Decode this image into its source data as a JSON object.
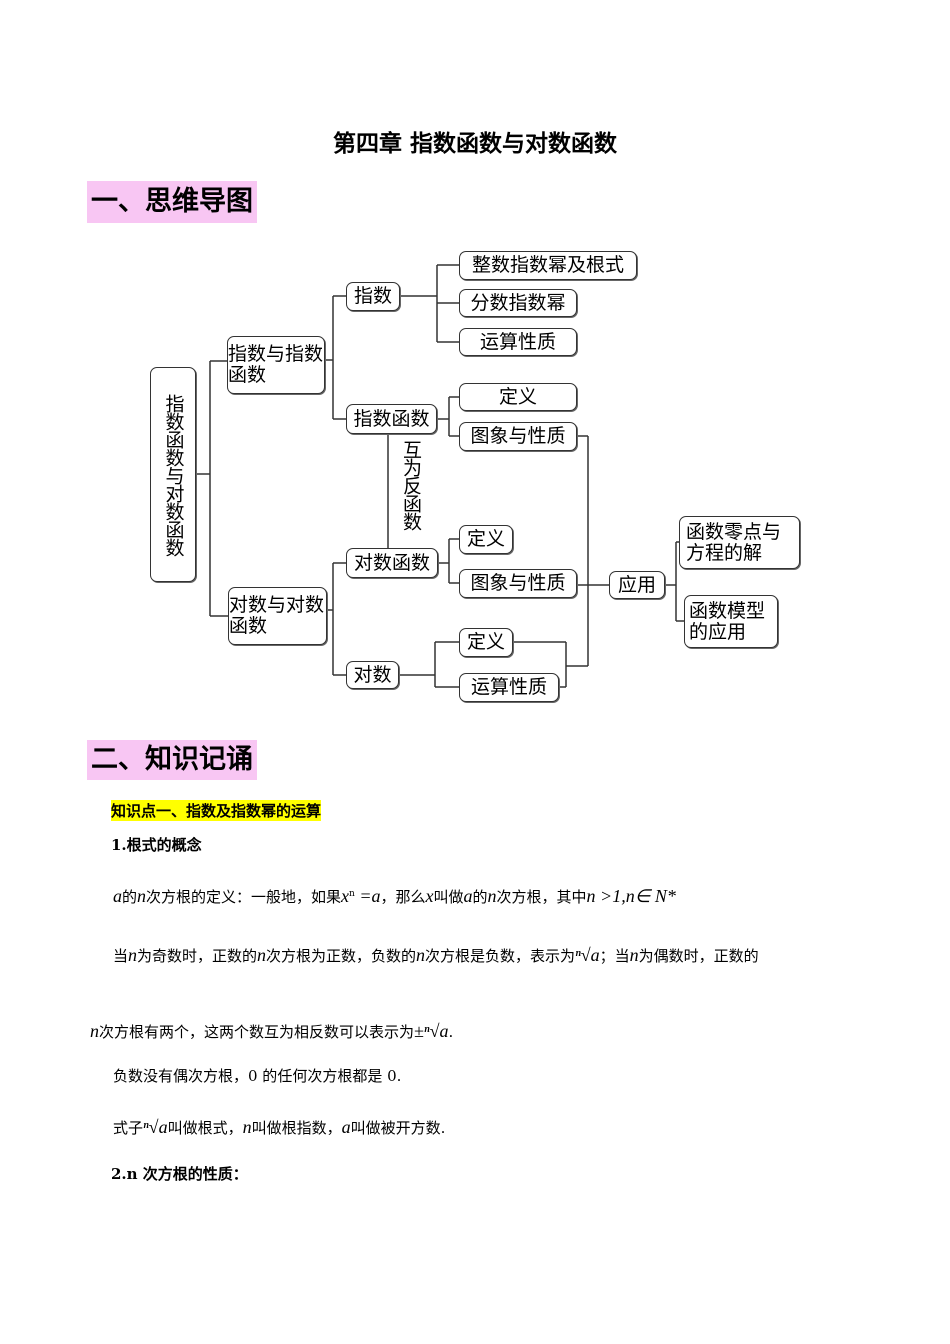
{
  "title": "第四章  指数函数与对数函数",
  "section1": "一、思维导图",
  "section2": "二、知识记诵",
  "mindmap": {
    "root": "指数函数与对数函数",
    "exp_group": "指数与指数函数",
    "log_group": "对数与对数函数",
    "exp": "指数",
    "exp_func": "指数函数",
    "log_func": "对数函数",
    "log": "对数",
    "exp_children": [
      "整数指数幂及根式",
      "分数指数幂",
      "运算性质"
    ],
    "exp_func_children": [
      "定义",
      "图象与性质"
    ],
    "log_func_children": [
      "定义",
      "图象与性质"
    ],
    "log_children": [
      "定义",
      "运算性质"
    ],
    "inverse": "互为反函数",
    "application": "应用",
    "app_children": [
      "函数零点与方程的解",
      "函数模型的应用"
    ]
  },
  "kp1": "知识点一、指数及指数幂的运算",
  "h1": "1.根式的概念",
  "p1": {
    "a": "a",
    "t1": "的",
    "n": "n",
    "t2": "次方根的定义：一般地，如果",
    "x": "x",
    "sup": "n",
    "eq": " =a",
    "t3": "，那么",
    "t4": "叫做",
    "t5": "次方根，其中",
    "cond": "n >1,n∈ N*"
  },
  "p2": {
    "t1": "当",
    "t2": "为奇数时，正数的",
    "t3": "次方根为正数，负数的",
    "t4": "次方根是负数，表示为",
    "root": "ⁿ√a",
    "t5": "；当",
    "t6": "为偶数时，正数的"
  },
  "p3": {
    "t1": "次方根有两个，这两个数互为相反数可以表示为",
    "root": "±ⁿ√a",
    "t2": "."
  },
  "p4": "负数没有偶次方根，0 的任何次方根都是 0.",
  "p5": {
    "t1": "式子",
    "root": "ⁿ√a",
    "t2": "叫做根式，",
    "t3": "叫做根指数，",
    "t4": "叫做被开方数."
  },
  "h2": "2.n 次方根的性质："
}
